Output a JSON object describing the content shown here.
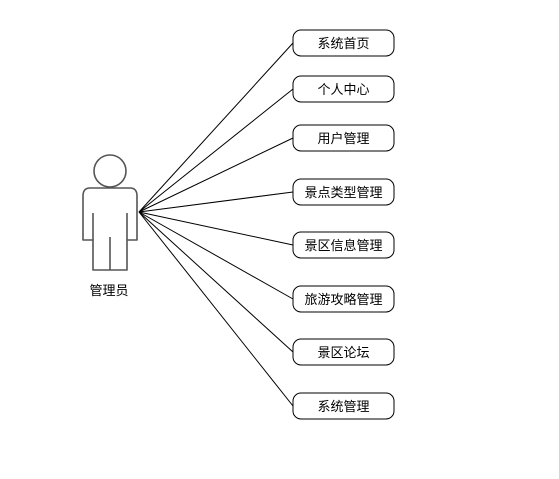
{
  "actor": {
    "name": "管理员",
    "icon": "person-icon"
  },
  "use_cases": [
    "系统首页",
    "个人中心",
    "用户管理",
    "景点类型管理",
    "景区信息管理",
    "旅游攻略管理",
    "景区论坛",
    "系统管理"
  ]
}
